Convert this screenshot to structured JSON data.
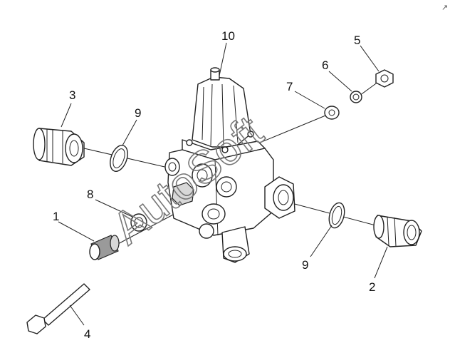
{
  "diagram": {
    "callouts": [
      "1",
      "2",
      "3",
      "4",
      "5",
      "6",
      "7",
      "8",
      "9",
      "9",
      "10"
    ],
    "watermark": "AutoSoft",
    "corner_mark": "↗"
  }
}
